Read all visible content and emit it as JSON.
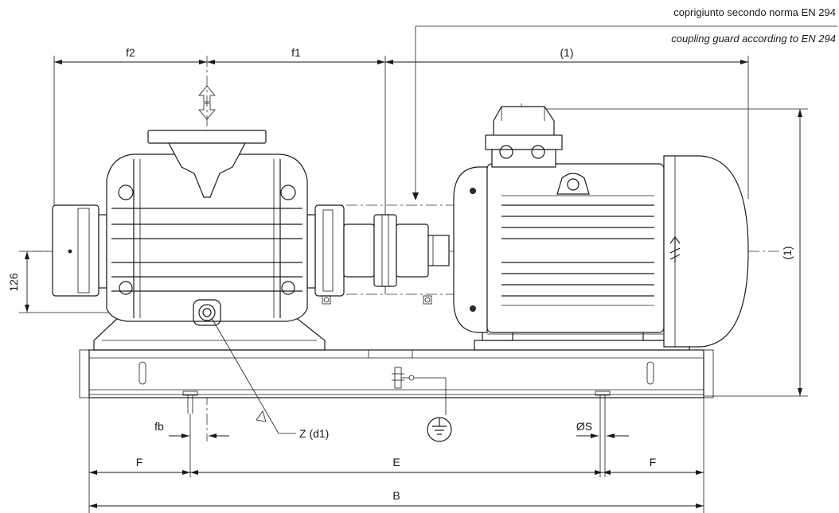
{
  "notes": {
    "note_it": "coprigiunto secondo norma EN 294",
    "note_en": "coupling guard according to EN 294"
  },
  "labels": {
    "f2": "f2",
    "f1": "f1",
    "paren_top": "(1)",
    "paren_right": "(1)",
    "dim_126": "126",
    "fb": "fb",
    "z_d1": "Z (d1)",
    "os": "ØS",
    "f_left": "F",
    "e": "E",
    "f_right": "F",
    "b": "B"
  }
}
